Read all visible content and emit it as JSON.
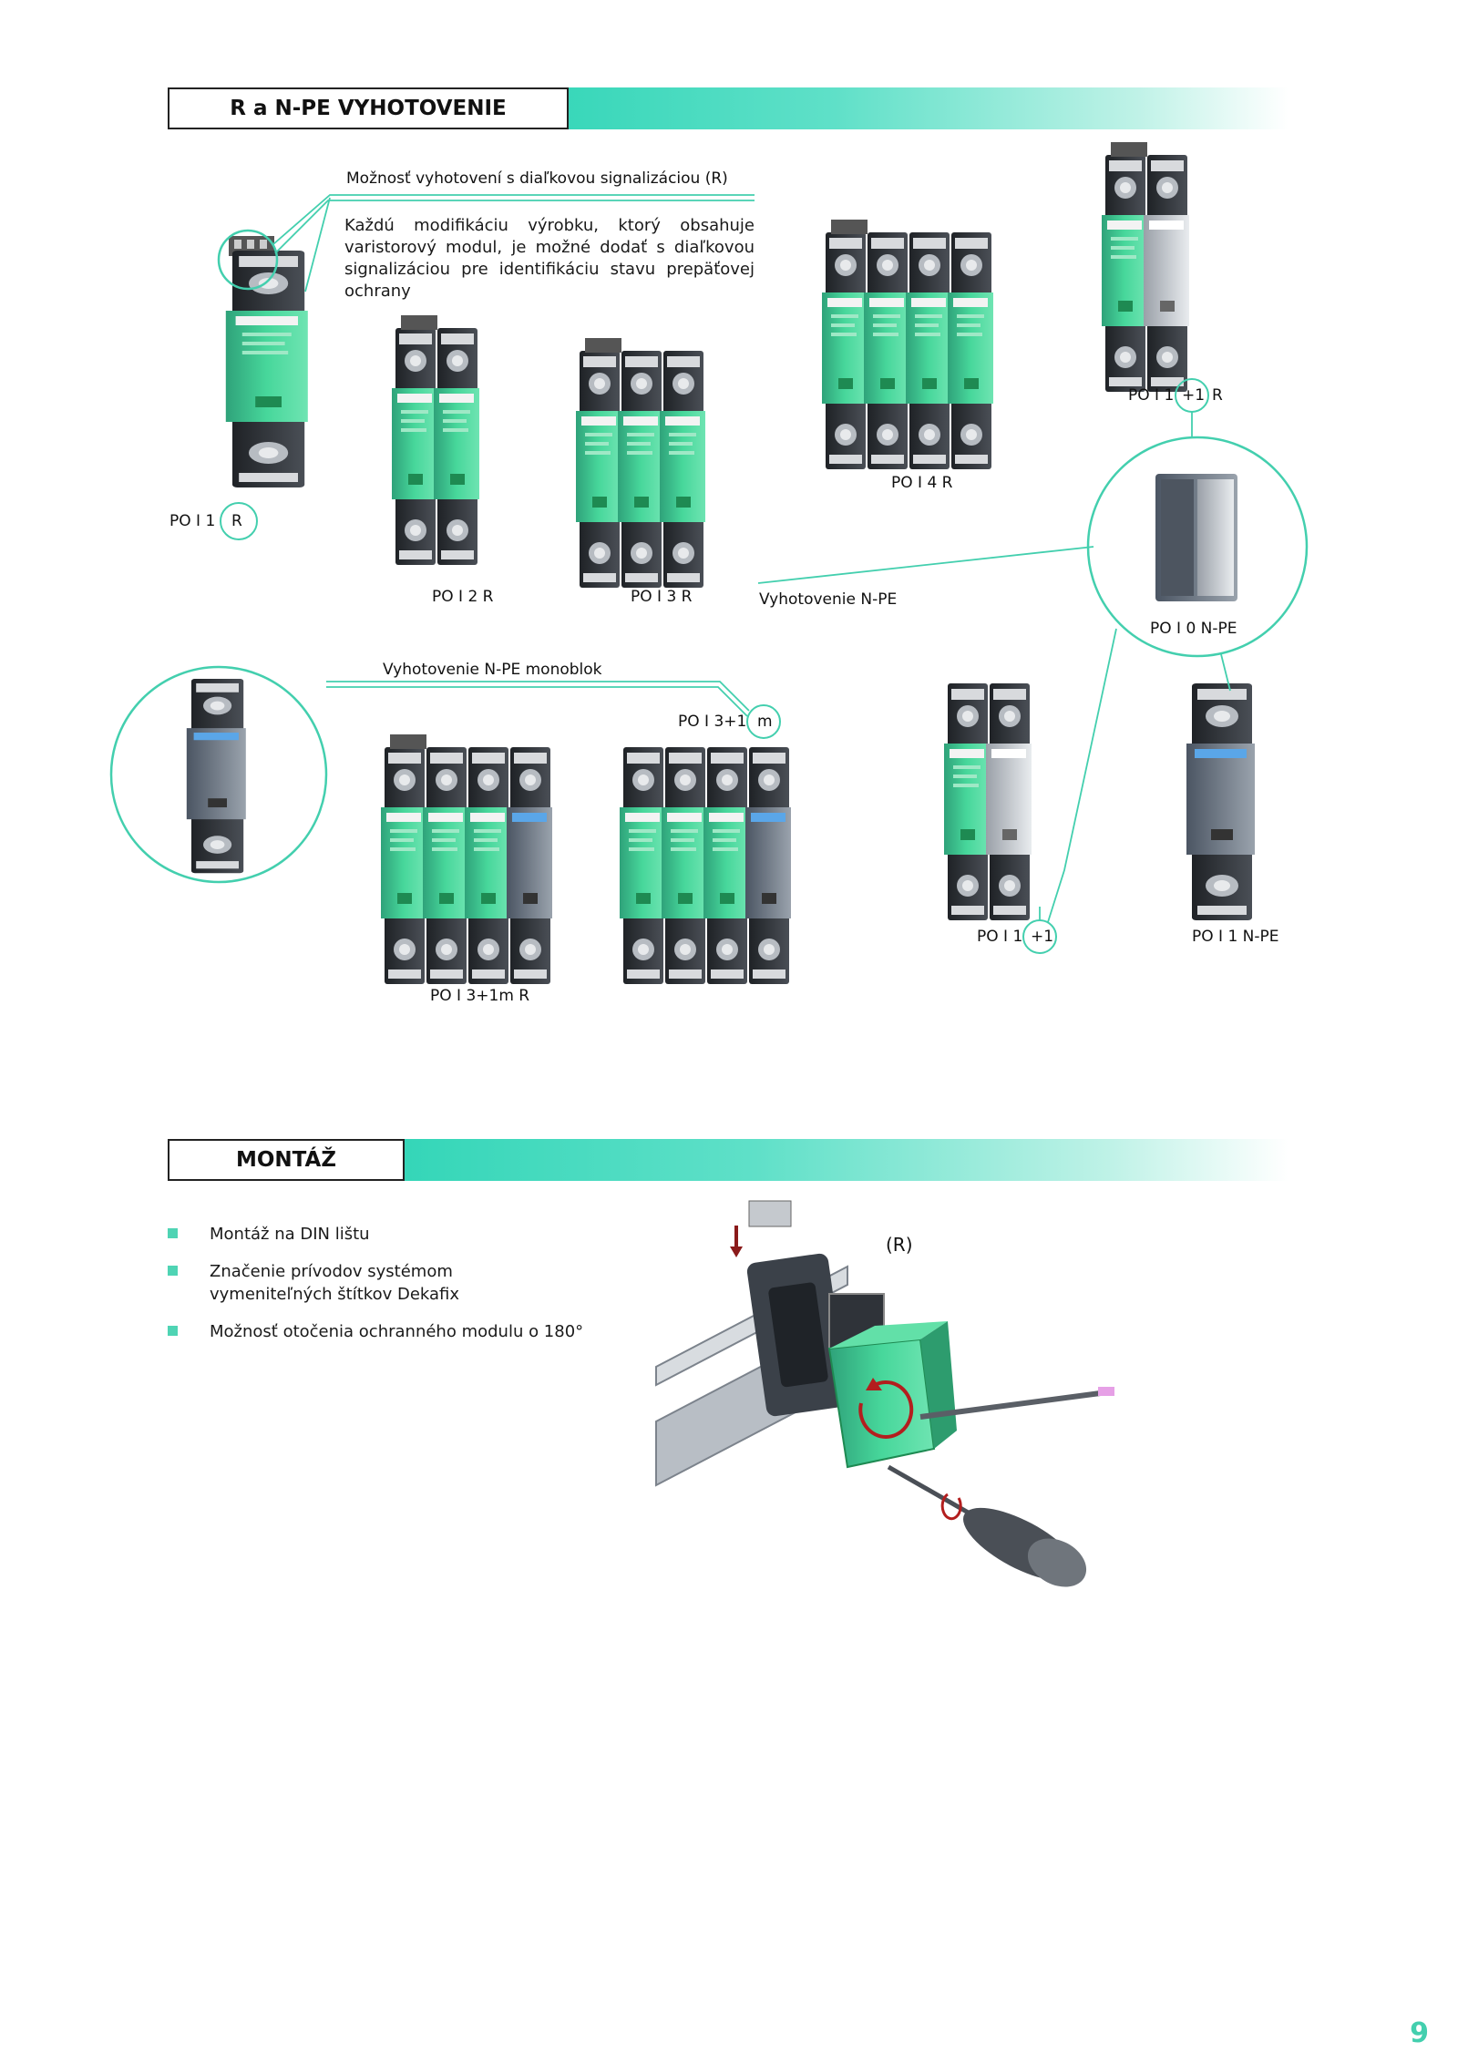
{
  "sections": {
    "variants_title": "R a N-PE VYHOTOVENIE",
    "mount_title": "MONTÁŽ"
  },
  "texts": {
    "remote_signal": "Možnosť vyhotovení s diaľkovou signalizáciou (R)",
    "paragraph": "Každú modifikáciu výrobku, ktorý obsahuje varistorový modul, je možné dodať s diaľkovou signalizáciou pre identifikáciu stavu prepäťovej ochrany",
    "npe_variant": "Vyhotovenie N-PE",
    "npe_monoblock": "Vyhotovenie N-PE monoblok"
  },
  "products": {
    "po_i1_r_a": "PO I 1",
    "po_i1_r_b": "R",
    "po_i2_r": "PO I 2 R",
    "po_i3_r": "PO I 3 R",
    "po_i4_r": "PO I 4 R",
    "po_i1p1_r_a": "PO I 1",
    "po_i1p1_r_b": "+1",
    "po_i1p1_r_c": "R",
    "po_i0_npe": "PO I 0  N-PE",
    "po_i3p1m_a": "PO  I 3+1",
    "po_i3p1m_b": "m",
    "po_i3p1m_r": "PO  I 3+1m R",
    "po_i1p1_a": "PO I 1",
    "po_i1p1_b": "+1",
    "po_i1_npe": "PO I 1 N-PE"
  },
  "mount": {
    "bullets": [
      "Montáž na DIN lištu",
      "Značenie prívodov systémom vymeniteľných štítkov Dekafix",
      "Možnosť otočenia ochranného modulu o 180°"
    ],
    "r_label": "(R)"
  },
  "page_number": "9",
  "colors": {
    "accent": "#43cfae",
    "module_green": "#3fcf93",
    "body_dark": "#2f3338"
  }
}
